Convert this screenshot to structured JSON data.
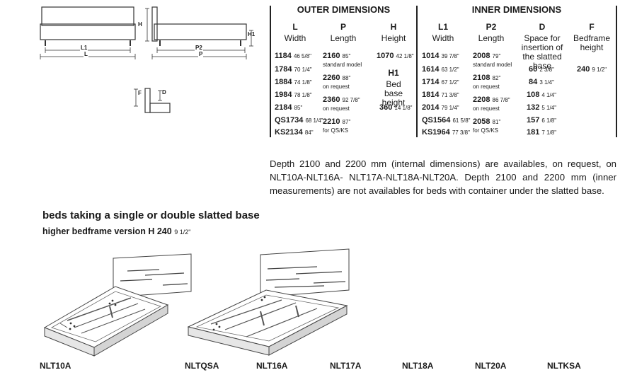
{
  "diagram": {
    "labels": {
      "h": "H",
      "h1": "H1",
      "l1": "L1",
      "l": "L",
      "p2": "P2",
      "p": "P",
      "f": "F",
      "d": "D"
    }
  },
  "table": {
    "outer_title": "OUTER DIMENSIONS",
    "inner_title": "INNER DIMENSIONS",
    "columns": [
      {
        "letter": "L",
        "desc": "Width"
      },
      {
        "letter": "P",
        "desc": "Length"
      },
      {
        "letter": "H",
        "desc": "Height"
      },
      {
        "letter": "L1",
        "desc": "Width"
      },
      {
        "letter": "P2",
        "desc": "Length"
      },
      {
        "letter": "D",
        "desc": "Space for insertion of the slatted base"
      },
      {
        "letter": "F",
        "desc": "Bedframe height"
      }
    ],
    "col_L": [
      {
        "mm": "1184",
        "in": "46 5/8\""
      },
      {
        "mm": "1784",
        "in": "70 1/4\""
      },
      {
        "mm": "1884",
        "in": "74 1/8\""
      },
      {
        "mm": "1984",
        "in": "78 1/8\""
      },
      {
        "mm": "2184",
        "in": "85\""
      },
      {
        "mm": "QS1734",
        "in": "68 1/4\""
      },
      {
        "mm": "KS2134",
        "in": "84\""
      }
    ],
    "col_P": [
      {
        "mm": "2160",
        "in": "85\"",
        "note": "standard model"
      },
      {
        "mm": "2260",
        "in": "88\"",
        "note": "on request"
      },
      {
        "mm": "2360",
        "in": "92 7/8\"",
        "note": "on request"
      },
      {
        "mm": "2210",
        "in": "87\"",
        "note": "for QS/KS"
      }
    ],
    "col_H": {
      "mm": "1070",
      "in": "42 1/8\""
    },
    "col_H1": {
      "letter": "H1",
      "desc": "Bed base height",
      "mm": "360",
      "in": "14 1/8\""
    },
    "col_L1": [
      {
        "mm": "1014",
        "in": "39 7/8\""
      },
      {
        "mm": "1614",
        "in": "63 1/2\""
      },
      {
        "mm": "1714",
        "in": "67 1/2\""
      },
      {
        "mm": "1814",
        "in": "71 3/8\""
      },
      {
        "mm": "2014",
        "in": "79 1/4\""
      },
      {
        "mm": "QS1564",
        "in": "61 5/8\""
      },
      {
        "mm": "KS1964",
        "in": "77 3/8\""
      }
    ],
    "col_P2": [
      {
        "mm": "2008",
        "in": "79\"",
        "note": "standard model"
      },
      {
        "mm": "2108",
        "in": "82\"",
        "note": "on request"
      },
      {
        "mm": "2208",
        "in": "86 7/8\"",
        "note": "on request"
      },
      {
        "mm": "2058",
        "in": "81\"",
        "note": "for QS/KS"
      }
    ],
    "col_D": [
      {
        "mm": "60",
        "in": "2 3/8\""
      },
      {
        "mm": "84",
        "in": "3 1/4\""
      },
      {
        "mm": "108",
        "in": "4 1/4\""
      },
      {
        "mm": "132",
        "in": "5 1/4\""
      },
      {
        "mm": "157",
        "in": "6 1/8\""
      },
      {
        "mm": "181",
        "in": "7 1/8\""
      }
    ],
    "col_F": {
      "mm": "240",
      "in": "9 1/2\""
    }
  },
  "paragraph": "Depth 2100 and 2200 mm  (internal dimensions) are availables, on request, on NLT10A-NLT16A-  NLT17A-NLT18A-NLT20A. Depth 2100 and 2200 mm (inner measurements) are not availables for beds with container under the slatted base.",
  "section": {
    "title": "beds taking a single or double slatted base",
    "subtitle": "higher bedframe version H 240",
    "subtitle_in": "9 1/2\""
  },
  "models": [
    "NLT10A",
    "NLTQSA",
    "NLT16A",
    "NLT17A",
    "NLT18A",
    "NLT20A",
    "NLTKSA"
  ]
}
